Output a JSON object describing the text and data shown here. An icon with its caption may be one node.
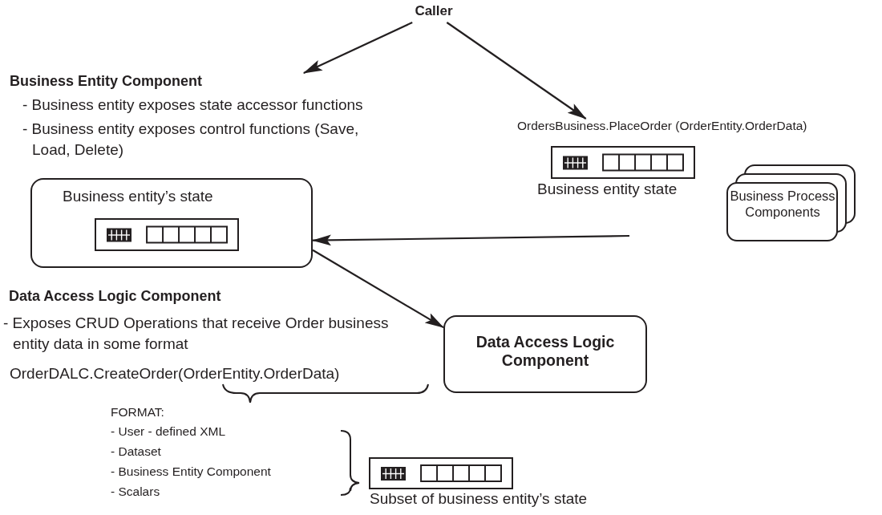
{
  "diagram": {
    "nodes": [
      {
        "text": [
          "Caller"
        ]
      },
      {
        "text": [
          "Business Entity Component",
          "- Business entity exposes state accessor functions",
          "- Business entity exposes control functions (Save, Load, Delete)"
        ]
      },
      {
        "text": [
          "OrdersBusiness.PlaceOrder (OrderEntity.OrderData)"
        ]
      },
      {
        "text": [
          "Business Process Components"
        ]
      },
      {
        "text": [
          "Business entity’s state"
        ]
      },
      {
        "text": [
          "Data Access Logic Component",
          "- Exposes CRUD Operations that receive Order business entity data in some format"
        ]
      },
      {
        "text": [
          "Data Access Logic Component"
        ]
      }
    ],
    "edges": [
      {
        "from": 0,
        "to": 1,
        "arrow": "to"
      },
      {
        "from": 0,
        "to": 2,
        "arrow": "to"
      },
      {
        "from": null,
        "to": 4,
        "arrow": "to"
      },
      {
        "from": 4,
        "to": 6,
        "arrow": "to"
      }
    ],
    "labels": [
      "Business entity state",
      "OrderDALC.CreateOrder(OrderEntity.OrderData)",
      "FORMAT:",
      "- User - defined XML",
      "- Dataset",
      "- Business Entity Component",
      "- Scalars",
      "Subset of business entity’s state"
    ]
  }
}
